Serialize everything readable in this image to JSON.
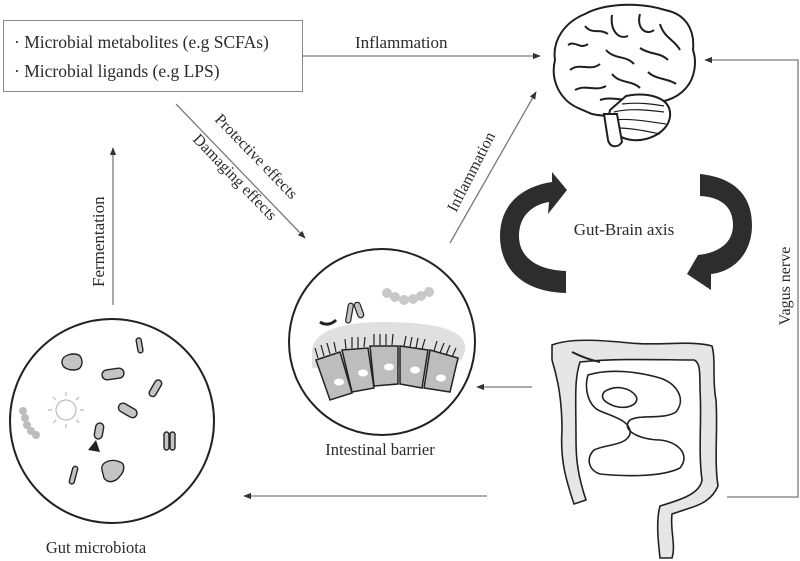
{
  "source_box": {
    "items": [
      "· Microbial metabolites (e.g SCFAs)",
      "· Microbial ligands (e.g LPS)"
    ]
  },
  "arrows": {
    "box_to_brain": "Inflammation",
    "box_to_barrier_top": "Protective effects",
    "box_to_barrier_bottom": "Damaging effects",
    "barrier_to_brain": "Inflammation",
    "microbiota_to_box": "Fermentation",
    "gut_to_brain": "Vagus nerve"
  },
  "center_label": "Gut-Brain axis",
  "nodes": {
    "barrier": "Intestinal barrier",
    "microbiota": "Gut microbiota",
    "brain_icon": "brain",
    "gut_icon": "intestines"
  },
  "colors": {
    "line": "#7a7a7a",
    "cycle_arrow": "#2d2d2d",
    "cell_fill": "#bdbdbd",
    "mucus": "#e0e0e0",
    "microbe": "#c4c4c4"
  }
}
